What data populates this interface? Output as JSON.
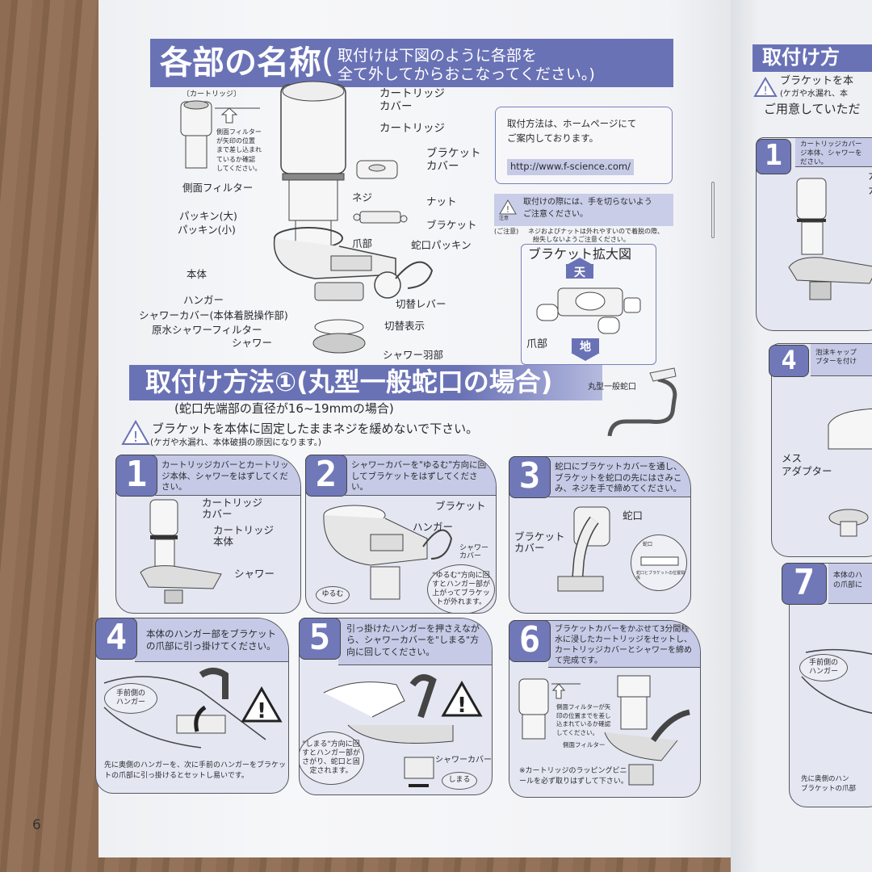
{
  "page_number": "6",
  "parts_section": {
    "title": "各部の名称",
    "paren_open": "(",
    "subtitle_line1": "取付けは下図のように各部を",
    "subtitle_line2": "全て外してからおこなってください。)",
    "cartridge_inset": {
      "heading": "〔カートリッジ〕",
      "note": [
        "側面フィルター",
        "が矢印の位置",
        "まで差し込まれ",
        "ているか確認",
        "してください。"
      ],
      "label": "側面フィルター"
    },
    "labels": {
      "cartridge_cover": [
        "カートリッジ",
        "カバー"
      ],
      "cartridge": "カートリッジ",
      "bracket_cover": [
        "ブラケット",
        "カバー"
      ],
      "screw": "ネジ",
      "nut": "ナット",
      "bracket": "ブラケット",
      "claw": "爪部",
      "faucet_packing": "蛇口パッキン",
      "packing_large": "パッキン(大)",
      "packing_small": "パッキン(小)",
      "body": "本体",
      "hanger": "ハンガー",
      "shower_cover": "シャワーカバー(本体着脱操作部)",
      "raw_water_filter": "原水シャワーフィルター",
      "shower": "シャワー",
      "switch_lever": "切替レバー",
      "switch_indicator": "切替表示",
      "shower_blade": "シャワー羽部"
    },
    "info_box": {
      "text_line1": "取付方法は、ホームページにて",
      "text_line2": "ご案内しております。",
      "url": "http://www.f-science.com/"
    },
    "caution": {
      "icon_label": "注意",
      "line1": "取付けの際には、手を切らないよう",
      "line2": "ご注意ください。"
    },
    "note": {
      "prefix": "(ご注意)",
      "line1": "ネジおよびナットは外れやすいので着脱の際、",
      "line2": "紛失しないようご注意ください。"
    },
    "bracket_zoom": {
      "title": "ブラケット拡大図",
      "top": "天",
      "bottom": "地",
      "claw": "爪部"
    }
  },
  "install_section": {
    "title": "取付け方法①(丸型一般蛇口の場合)",
    "faucet_label": "丸型一般蛇口",
    "subtitle": "(蛇口先端部の直径が16~19mmの場合)",
    "warning": "ブラケットを本体に固定したままネジを緩めないで下さい。",
    "warning_sub": "(ケガや水漏れ、本体破損の原因になります。)",
    "steps": [
      {
        "num": "1",
        "text": "カートリッジカバーとカートリッジ本体、シャワーをはずしてください。",
        "labels": [
          "カートリッジ\nカバー",
          "カートリッジ\n本体",
          "シャワー"
        ]
      },
      {
        "num": "2",
        "text": "シャワーカバーを\"ゆるむ\"方向に回してブラケットをはずしてください。",
        "labels": [
          "ブラケット",
          "ハンガー",
          "シャワー\nカバー"
        ],
        "bubble_left": "ゆるむ",
        "bubble_right": "\"ゆるむ\"方向に回すとハンガー部が上がってブラケットが外れます。"
      },
      {
        "num": "3",
        "text": "蛇口にブラケットカバーを通し、ブラケットを蛇口の先にはさみこみ、ネジを手で締めてください。",
        "labels": [
          "蛇口",
          "ブラケット\nカバー"
        ],
        "inset_top": "蛇口",
        "inset_bottom": "蛇口とブラケットの位置関係"
      },
      {
        "num": "4",
        "text": "本体のハンガー部をブラケットの爪部に引っ掛けてください。",
        "bubble": "手前側の\nハンガー",
        "footer": "先に奥側のハンガーを、次に手前のハンガーをブラケットの爪部に引っ掛けるとセットし易いです。"
      },
      {
        "num": "5",
        "text": "引っ掛けたハンガーを押さえながら、シャワーカバーを\"しまる\"方向に回してください。",
        "bubble": "\"しまる\"方向に回すとハンガー部がさがり、蛇口と固定されます。",
        "label": "シャワーカバー",
        "bubble_small": "しまる"
      },
      {
        "num": "6",
        "text": "ブラケットカバーをかぶせて3分間程水に浸したカートリッジをセットし、カートリッジカバーとシャワーを締めて完成です。",
        "note": "側面フィルターが矢印の位置までを差し込まれているか確認してください。",
        "label": "側面フィルター",
        "footer": "※カートリッジのラッピングビニールを必ず取りはずして下さい。"
      }
    ]
  },
  "right_page": {
    "title": "取付け方",
    "warning": "ブラケットを本",
    "warning_sub": "(ケガや水漏れ、本",
    "prepare": "ご用意していただ",
    "steps": [
      {
        "num": "1",
        "text": "カートリッジカバー\nジ本体、シャワーを\nださい。",
        "labels": [
          "カ",
          "カ"
        ]
      },
      {
        "num": "4",
        "text": "泡沫キャップ\nプターを付け",
        "label": "メス\nアダプター"
      },
      {
        "num": "7",
        "text": "本体のハ\nの爪部に",
        "bubble": "手前側の\nハンガー",
        "footer": "先に奥側のハン\nブラケットの爪部"
      }
    ]
  },
  "colors": {
    "band": "#6a72b6",
    "panel_head": "#c6cae6",
    "panel_body": "#e4e7f2",
    "wood": "#8b6a52"
  }
}
